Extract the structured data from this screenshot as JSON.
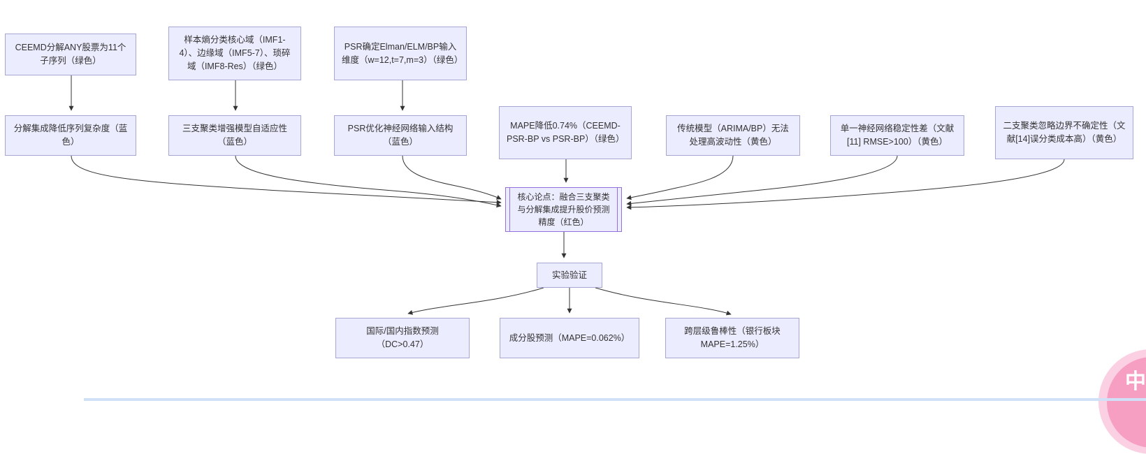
{
  "diagram_type": "flowchart",
  "colors": {
    "node_fill": "#ececff",
    "node_border": "#a6a6d2",
    "core_border": "#9370db",
    "arrow": "#333333",
    "badge_pink": "#f79fc3",
    "badge_halo": "#fbd0e2"
  },
  "nodes": {
    "ceemd": "CEEMD分解ANY股票为11个子序列（绿色）",
    "entropy": "样本熵分类核心域（IMF1-4）、边缘域（IMF5-7）、琐碎域（IMF8-Res）（绿色）",
    "psr_input": "PSR确定Elman/ELM/BP输入维度（w=12,t=7,m=3）（绿色）",
    "decomp": "分解集成降低序列复杂度（蓝色）",
    "threeway": "三支聚类增强模型自适应性（蓝色）",
    "psr_opt": "PSR优化神经网络输入结构（蓝色）",
    "mape": "MAPE降低0.74%（CEEMD-PSR-BP vs PSR-BP）（绿色）",
    "traditional": "传统模型（ARIMA/BP）无法处理高波动性（黄色）",
    "single_nn": "单一神经网络稳定性差（文献[11] RMSE>100）（黄色）",
    "twoway": "二支聚类忽略边界不确定性（文献[14]误分类成本高）（黄色）",
    "core": "核心论点：融合三支聚类与分解集成提升股价预测精度（红色）",
    "experiment": "实验验证",
    "index_pred": "国际/国内指数预测（DC>0.47）",
    "stock_pred": "成分股预测（MAPE=0.062%）",
    "robustness": "跨层级鲁棒性（银行板块MAPE=1.25%）"
  },
  "edges": [
    {
      "from": "ceemd",
      "to": "decomp"
    },
    {
      "from": "entropy",
      "to": "threeway"
    },
    {
      "from": "psr_input",
      "to": "psr_opt"
    },
    {
      "from": "decomp",
      "to": "core"
    },
    {
      "from": "threeway",
      "to": "core"
    },
    {
      "from": "psr_opt",
      "to": "core"
    },
    {
      "from": "mape",
      "to": "core"
    },
    {
      "from": "traditional",
      "to": "core"
    },
    {
      "from": "single_nn",
      "to": "core"
    },
    {
      "from": "twoway",
      "to": "core"
    },
    {
      "from": "core",
      "to": "experiment"
    },
    {
      "from": "experiment",
      "to": "index_pred"
    },
    {
      "from": "experiment",
      "to": "stock_pred"
    },
    {
      "from": "experiment",
      "to": "robustness"
    }
  ],
  "watermark": {
    "text": "中A"
  }
}
